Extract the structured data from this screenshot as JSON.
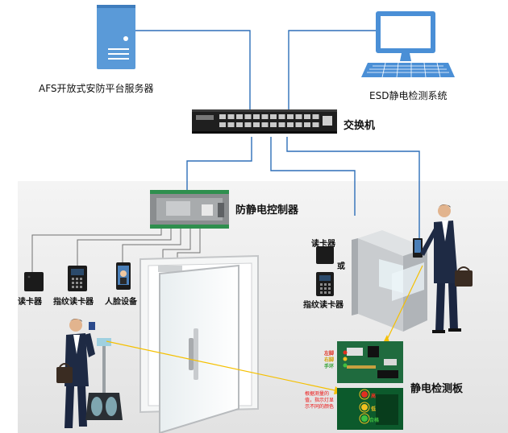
{
  "labels": {
    "server": "AFS开放式安防平台服务器",
    "esd_system": "ESD静电检测系统",
    "switch": "交换机",
    "controller": "防静电控制器",
    "card_reader_left": "读卡器",
    "fingerprint_reader_left": "指纹读卡器",
    "face_device": "人脸设备",
    "card_reader_right": "读卡器",
    "or": "或",
    "fingerprint_reader_right": "指纹读卡器",
    "esd_board": "静电检测板",
    "board_led_left_foot": "左脚",
    "board_led_right_foot": "右脚",
    "board_led_wrist": "手环",
    "board_note": "根据测量的值，指示灯显示不同的颜色",
    "indicator_high": "高",
    "indicator_low": "低",
    "indicator_ok": "合格"
  },
  "colors": {
    "server_blue": "#5a9ad8",
    "monitor_blue": "#4a8fd6",
    "network_line": "#2e6fb8",
    "yellow_link": "#f5c000",
    "board_green": "#1f6b3e",
    "led_red": "#e03020",
    "led_yellow": "#f0c020",
    "led_green": "#40c040",
    "note_red": "#e11111"
  },
  "icons": [
    "server-icon",
    "monitor-icon",
    "network-switch-icon",
    "controller-icon",
    "card-reader-icon",
    "fingerprint-reader-icon",
    "face-device-icon",
    "door-icon",
    "turnstile-icon",
    "person-icon",
    "esd-tester-icon",
    "circuit-board-icon"
  ]
}
